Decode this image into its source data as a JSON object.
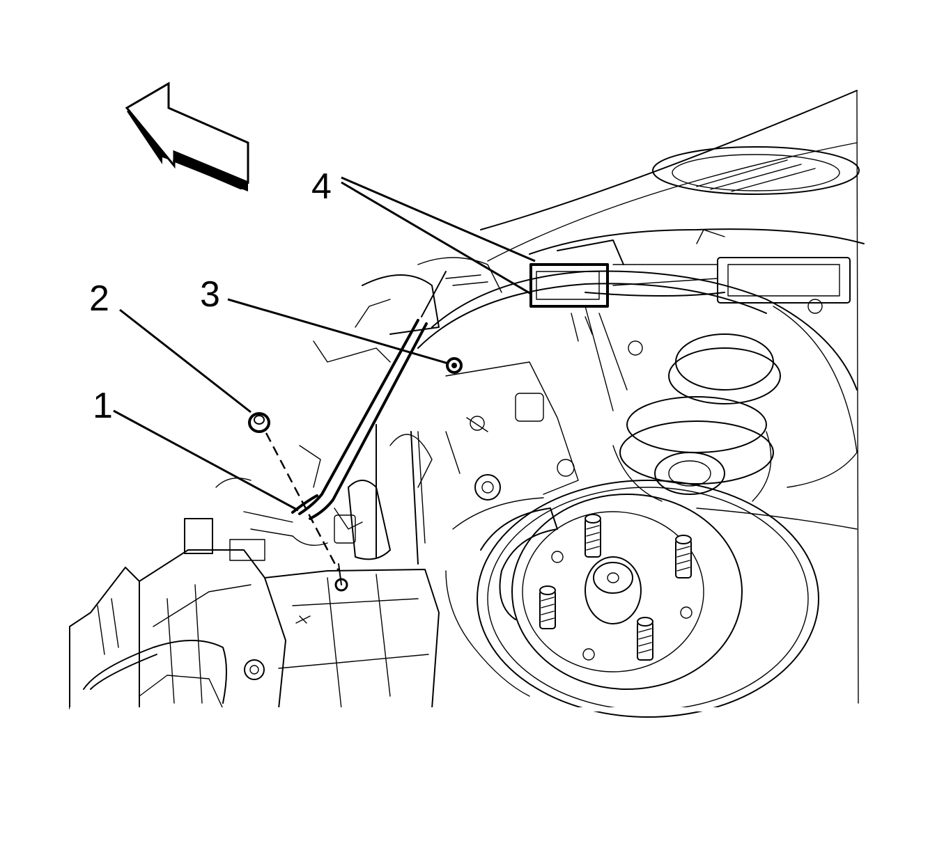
{
  "callouts": [
    {
      "id": "1",
      "label": "1"
    },
    {
      "id": "2",
      "label": "2"
    },
    {
      "id": "3",
      "label": "3"
    },
    {
      "id": "4",
      "label": "4"
    }
  ],
  "icons": {
    "direction_arrow": "front-direction-arrow-icon",
    "wheel_hub": "wheel-hub-icon",
    "bolt": "bolt-icon",
    "harness": "wiring-harness-icon"
  }
}
